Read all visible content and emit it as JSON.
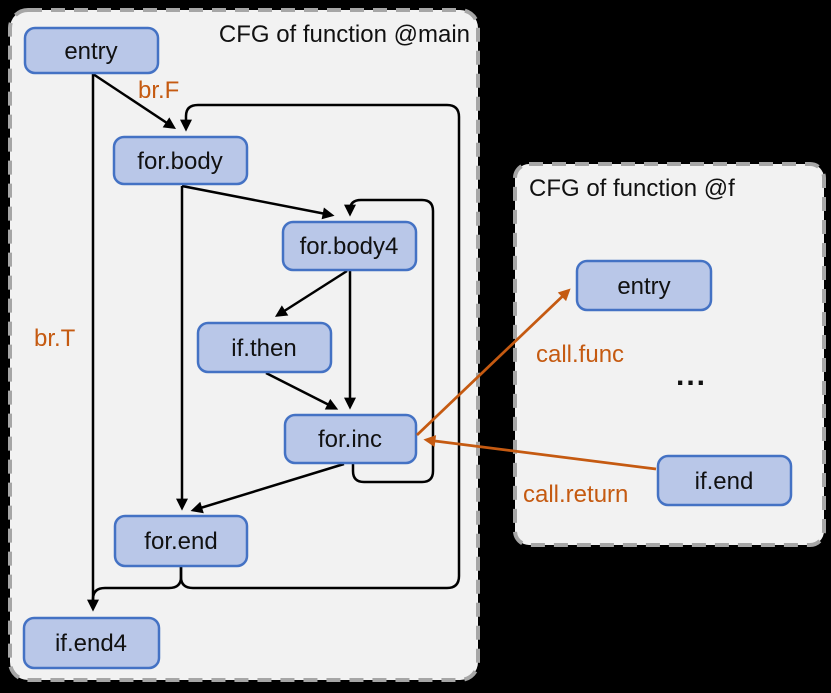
{
  "colors": {
    "background": "#000000",
    "panel_fill": "#f2f2f2",
    "panel_border": "#a6a6a6",
    "node_fill": "#b9c7e8",
    "node_border": "#4472c4",
    "edge_color": "#000000",
    "accent": "#c55a11",
    "text_color": "#111111"
  },
  "panels": {
    "main": {
      "title": "CFG of function @main"
    },
    "f": {
      "title": "CFG of function @f"
    }
  },
  "nodes": {
    "main_entry": "entry",
    "main_for_body": "for.body",
    "main_for_body4": "for.body4",
    "main_if_then": "if.then",
    "main_for_inc": "for.inc",
    "main_for_end": "for.end",
    "main_if_end4": "if.end4",
    "f_entry": "entry",
    "f_if_end": "if.end"
  },
  "labels": {
    "br_f": "br.F",
    "br_t": "br.T",
    "call_func": "call.func",
    "call_return": "call.return",
    "ellipsis": "..."
  },
  "edges": [
    {
      "from": "main.entry",
      "to": "main.for.body",
      "label": "br.F"
    },
    {
      "from": "main.entry",
      "to": "main.if.end4",
      "label": "br.T"
    },
    {
      "from": "main.for.body",
      "to": "main.for.body4",
      "label": ""
    },
    {
      "from": "main.for.body",
      "to": "main.for.end",
      "label": ""
    },
    {
      "from": "main.for.body4",
      "to": "main.if.then",
      "label": ""
    },
    {
      "from": "main.for.body4",
      "to": "main.for.inc",
      "label": ""
    },
    {
      "from": "main.if.then",
      "to": "main.for.inc",
      "label": ""
    },
    {
      "from": "main.for.inc",
      "to": "main.for.body4",
      "label": ""
    },
    {
      "from": "main.for.inc",
      "to": "main.for.end",
      "label": ""
    },
    {
      "from": "main.for.end",
      "to": "main.if.end4",
      "label": ""
    },
    {
      "from": "main.for.end",
      "to": "main.for.body",
      "label": ""
    },
    {
      "from": "main.for.inc",
      "to": "f.entry",
      "label": "call.func"
    },
    {
      "from": "f.if.end",
      "to": "main.for.inc",
      "label": "call.return"
    }
  ]
}
